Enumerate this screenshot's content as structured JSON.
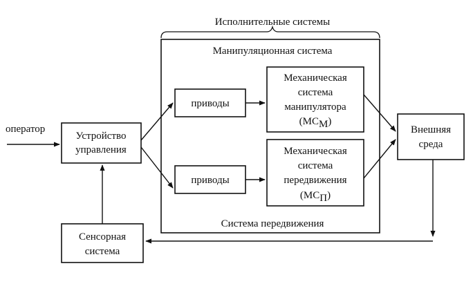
{
  "group_label": "Исполнительные системы",
  "frame": {
    "top_label": "Манипуляционная система",
    "bottom_label": "Система передвижения"
  },
  "input_label": "оператор",
  "control_unit": {
    "line1": "Устройство",
    "line2": "управления"
  },
  "drives_top": {
    "label": "приводы"
  },
  "drives_bottom": {
    "label": "приводы"
  },
  "mech_manip": {
    "line1": "Механическая",
    "line2": "система",
    "line3": "манипулятора",
    "abbr_open": "(МС",
    "abbr_sub": "М",
    "abbr_close": ")"
  },
  "mech_move": {
    "line1": "Механическая",
    "line2": "система",
    "line3": "передвижения",
    "abbr_open": "(МС",
    "abbr_sub": "П",
    "abbr_close": ")"
  },
  "environment": {
    "line1": "Внешняя",
    "line2": "среда"
  },
  "sensor": {
    "line1": "Сенсорная",
    "line2": "система"
  }
}
